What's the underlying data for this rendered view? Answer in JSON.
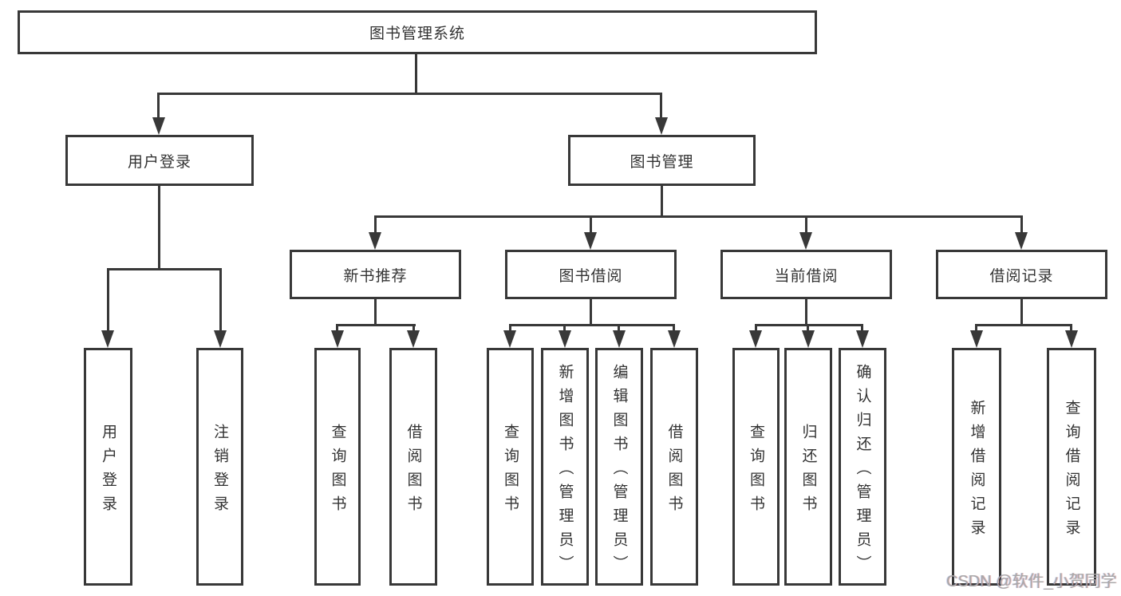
{
  "tree": {
    "root": "图书管理系统",
    "branches": [
      {
        "label": "用户登录",
        "children": [
          "用户登录",
          "注销登录"
        ]
      },
      {
        "label": "图书管理",
        "groups": [
          {
            "label": "新书推荐",
            "children": [
              "查询图书",
              "借阅图书"
            ]
          },
          {
            "label": "图书借阅",
            "children": [
              "查询图书",
              "新增图书（管理员）",
              "编辑图书（管理员）",
              "借阅图书"
            ]
          },
          {
            "label": "当前借阅",
            "children": [
              "查询图书",
              "归还图书",
              "确认归还（管理员）"
            ]
          },
          {
            "label": "借阅记录",
            "children": [
              "新增借阅记录",
              "查询借阅记录"
            ]
          }
        ]
      }
    ]
  },
  "watermark": {
    "text": "CSDN @软件_小贺同学",
    "color": "#a8a8a8"
  },
  "colors": {
    "line": "#383838",
    "box_border": "#383838",
    "text": "#333333",
    "background": "#ffffff"
  }
}
